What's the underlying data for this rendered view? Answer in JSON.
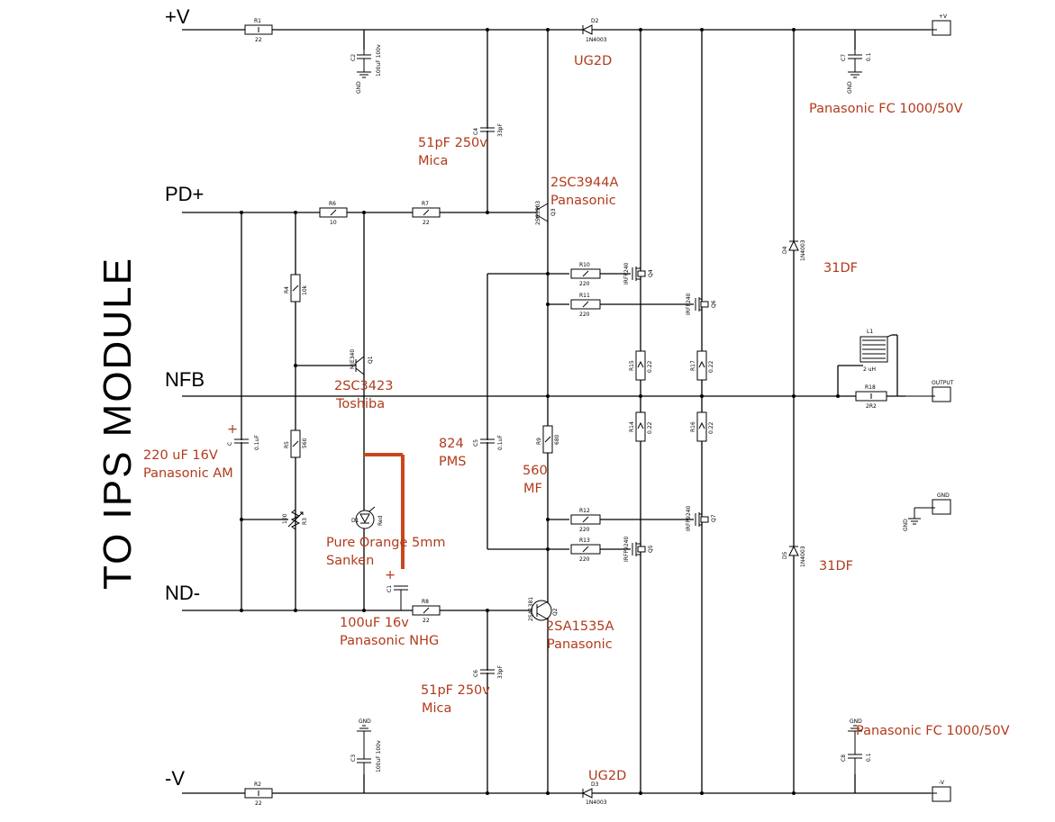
{
  "title": "TO IPS MODULE",
  "nets": {
    "vplus": "+V",
    "pdplus": "PD+",
    "nfb": "NFB",
    "ndminus": "ND-",
    "vminus": "-V"
  },
  "connectors": {
    "vplus": "+V",
    "vminus": "-V",
    "output": "OUTPUT",
    "gnd": "GND"
  },
  "gnd_label": "GND",
  "parts": {
    "R1": {
      "ref": "R1",
      "value": "22"
    },
    "R2": {
      "ref": "R2",
      "value": "22"
    },
    "R3": {
      "ref": "R3",
      "value": "100"
    },
    "R4": {
      "ref": "R4",
      "value": "10k"
    },
    "R5": {
      "ref": "R5",
      "value": "560"
    },
    "R6": {
      "ref": "R6",
      "value": "10"
    },
    "R7": {
      "ref": "R7",
      "value": "22"
    },
    "R8": {
      "ref": "R8",
      "value": "22"
    },
    "R9": {
      "ref": "R9",
      "value": "680"
    },
    "R10": {
      "ref": "R10",
      "value": "220"
    },
    "R11": {
      "ref": "R11",
      "value": "220"
    },
    "R12": {
      "ref": "R12",
      "value": "220"
    },
    "R13": {
      "ref": "R13",
      "value": "220"
    },
    "R14": {
      "ref": "R14",
      "value": "0.22"
    },
    "R15": {
      "ref": "R15",
      "value": "0.22"
    },
    "R16": {
      "ref": "R16",
      "value": "0.22"
    },
    "R17": {
      "ref": "R17",
      "value": "0.22"
    },
    "R18": {
      "ref": "R18",
      "value": "2R2"
    },
    "C1": {
      "ref": "C1",
      "value": ""
    },
    "C2": {
      "ref": "C2",
      "value": "100uF 100v"
    },
    "C3": {
      "ref": "C3",
      "value": "100uF 100v"
    },
    "C4": {
      "ref": "C4",
      "value": "33pF"
    },
    "C5": {
      "ref": "C5",
      "value": "0.1uF"
    },
    "C6": {
      "ref": "C6",
      "value": "33pF"
    },
    "C7": {
      "ref": "C7",
      "value": "0.1"
    },
    "C8": {
      "ref": "C8",
      "value": "0.1"
    },
    "C9": {
      "ref": "C",
      "value": "0.1uF"
    },
    "L1": {
      "ref": "L1",
      "value": "2 uH"
    },
    "D1": {
      "ref": "D1",
      "value": "Red"
    },
    "D2": {
      "ref": "D2",
      "value": "1N4003"
    },
    "D3": {
      "ref": "D3",
      "value": "1N4003"
    },
    "D4": {
      "ref": "D4",
      "value": "1N4003"
    },
    "D5": {
      "ref": "D5",
      "value": "1N4003"
    },
    "Q1": {
      "ref": "Q1",
      "value": "MJE340"
    },
    "Q2": {
      "ref": "Q2",
      "value": "2SA1381"
    },
    "Q3": {
      "ref": "Q3",
      "value": "2SC3503"
    },
    "Q4": {
      "ref": "Q4",
      "value": "IRFP240"
    },
    "Q5": {
      "ref": "Q5",
      "value": "IRFP240"
    },
    "Q6": {
      "ref": "Q6",
      "value": "IRFP9240"
    },
    "Q7": {
      "ref": "Q7",
      "value": "IRFP9240"
    }
  },
  "notes": {
    "ug2d_top": "UG2D",
    "ug2d_bottom": "UG2D",
    "panasonic_fc_top": "Panasonic FC 1000/50V",
    "panasonic_fc_bottom": "Panasonic FC 1000/50V",
    "mica_top_1": "51pF 250v",
    "mica_top_2": "Mica",
    "mica_bottom_1": "51pF 250v",
    "mica_bottom_2": "Mica",
    "q3_1": "2SC3944A",
    "q3_2": "Panasonic",
    "df_top": "31DF",
    "df_bottom": "31DF",
    "q1_1": "2SC3423",
    "q1_2": "Toshiba",
    "cap_am_plus": "+",
    "cap_am_1": "220 uF 16V",
    "cap_am_2": "Panasonic AM",
    "c5_1": "824",
    "c5_2": "PMS",
    "r9_1": "560",
    "r9_2": "MF",
    "led_1": "Pure Orange 5mm",
    "led_2": "Sanken",
    "c1_plus": "+",
    "c1_1": "100uF 16v",
    "c1_2": "Panasonic NHG",
    "q2_1": "2SA1535A",
    "q2_2": "Panasonic"
  }
}
